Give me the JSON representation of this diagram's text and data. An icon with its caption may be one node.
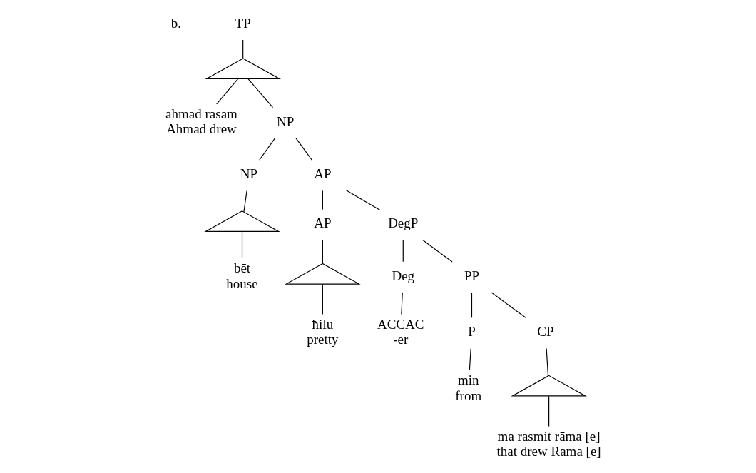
{
  "diagram": {
    "nodes": [
      {
        "text": [
          "TP"
        ]
      },
      {
        "text": [],
        "shape": "triangle"
      },
      {
        "text": [
          "aħmad rasam",
          "Ahmad drew"
        ]
      },
      {
        "text": [
          "NP"
        ]
      },
      {
        "text": [
          "NP"
        ]
      },
      {
        "text": [],
        "shape": "triangle"
      },
      {
        "text": [
          "bēt",
          "house"
        ]
      },
      {
        "text": [
          "AP"
        ]
      },
      {
        "text": [
          "AP"
        ]
      },
      {
        "text": [],
        "shape": "triangle"
      },
      {
        "text": [
          "ħilu",
          "pretty"
        ]
      },
      {
        "text": [
          "DegP"
        ]
      },
      {
        "text": [
          "Deg"
        ]
      },
      {
        "text": [
          "ACCAC",
          "-er"
        ]
      },
      {
        "text": [
          "PP"
        ]
      },
      {
        "text": [
          "P"
        ]
      },
      {
        "text": [
          "min",
          "from"
        ]
      },
      {
        "text": [
          "CP"
        ]
      },
      {
        "text": [],
        "shape": "triangle"
      },
      {
        "text": [
          "ma rasmit rāma [e]",
          "that drew Rama [e]"
        ]
      }
    ],
    "edges": [
      {
        "from": 0,
        "to": 1,
        "arrow": "none"
      },
      {
        "from": 1,
        "to": 2,
        "arrow": "none"
      },
      {
        "from": 1,
        "to": 3,
        "arrow": "none"
      },
      {
        "from": 3,
        "to": 4,
        "arrow": "none"
      },
      {
        "from": 3,
        "to": 7,
        "arrow": "none"
      },
      {
        "from": 4,
        "to": 5,
        "arrow": "none"
      },
      {
        "from": 5,
        "to": 6,
        "arrow": "none"
      },
      {
        "from": 7,
        "to": 8,
        "arrow": "none"
      },
      {
        "from": 7,
        "to": 11,
        "arrow": "none"
      },
      {
        "from": 8,
        "to": 9,
        "arrow": "none"
      },
      {
        "from": 9,
        "to": 10,
        "arrow": "none"
      },
      {
        "from": 11,
        "to": 12,
        "arrow": "none"
      },
      {
        "from": 11,
        "to": 14,
        "arrow": "none"
      },
      {
        "from": 12,
        "to": 13,
        "arrow": "none"
      },
      {
        "from": 14,
        "to": 15,
        "arrow": "none"
      },
      {
        "from": 14,
        "to": 17,
        "arrow": "none"
      },
      {
        "from": 15,
        "to": 16,
        "arrow": "none"
      },
      {
        "from": 17,
        "to": 18,
        "arrow": "none"
      },
      {
        "from": 18,
        "to": 19,
        "arrow": "none"
      }
    ],
    "labels": [
      "b."
    ]
  }
}
